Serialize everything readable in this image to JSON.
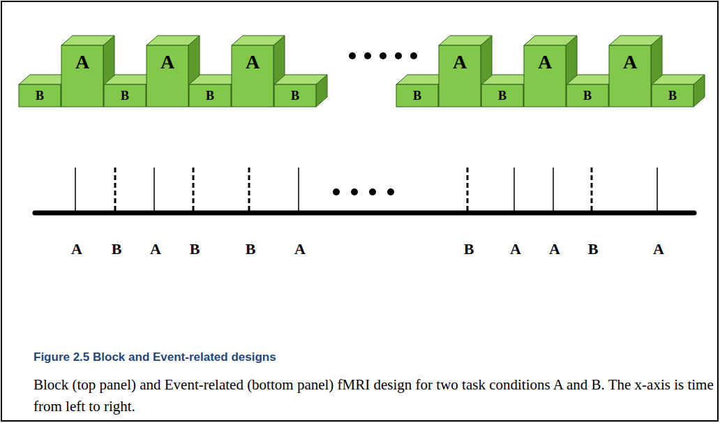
{
  "diagram": {
    "caption": "Figure 2.5 Block and Event-related designs",
    "nodes": [
      {
        "text": [
          "B"
        ]
      },
      {
        "text": [
          "A"
        ]
      },
      {
        "text": [
          "B"
        ]
      },
      {
        "text": [
          "A"
        ]
      },
      {
        "text": [
          "B"
        ]
      },
      {
        "text": [
          "A"
        ]
      },
      {
        "text": [
          "B"
        ]
      },
      {
        "text": [
          "B"
        ]
      },
      {
        "text": [
          "A"
        ]
      },
      {
        "text": [
          "B"
        ]
      },
      {
        "text": [
          "A"
        ]
      },
      {
        "text": [
          "B"
        ]
      },
      {
        "text": [
          "A"
        ]
      },
      {
        "text": [
          "B"
        ]
      }
    ],
    "labels": [
      "A",
      "B",
      "A",
      "B",
      "B",
      "A",
      "B",
      "A",
      "A",
      "B",
      "A",
      "Block (top panel) and Event-related (bottom panel) fMRI design for two task conditions A and B. The x-axis is time from left to right."
    ]
  }
}
